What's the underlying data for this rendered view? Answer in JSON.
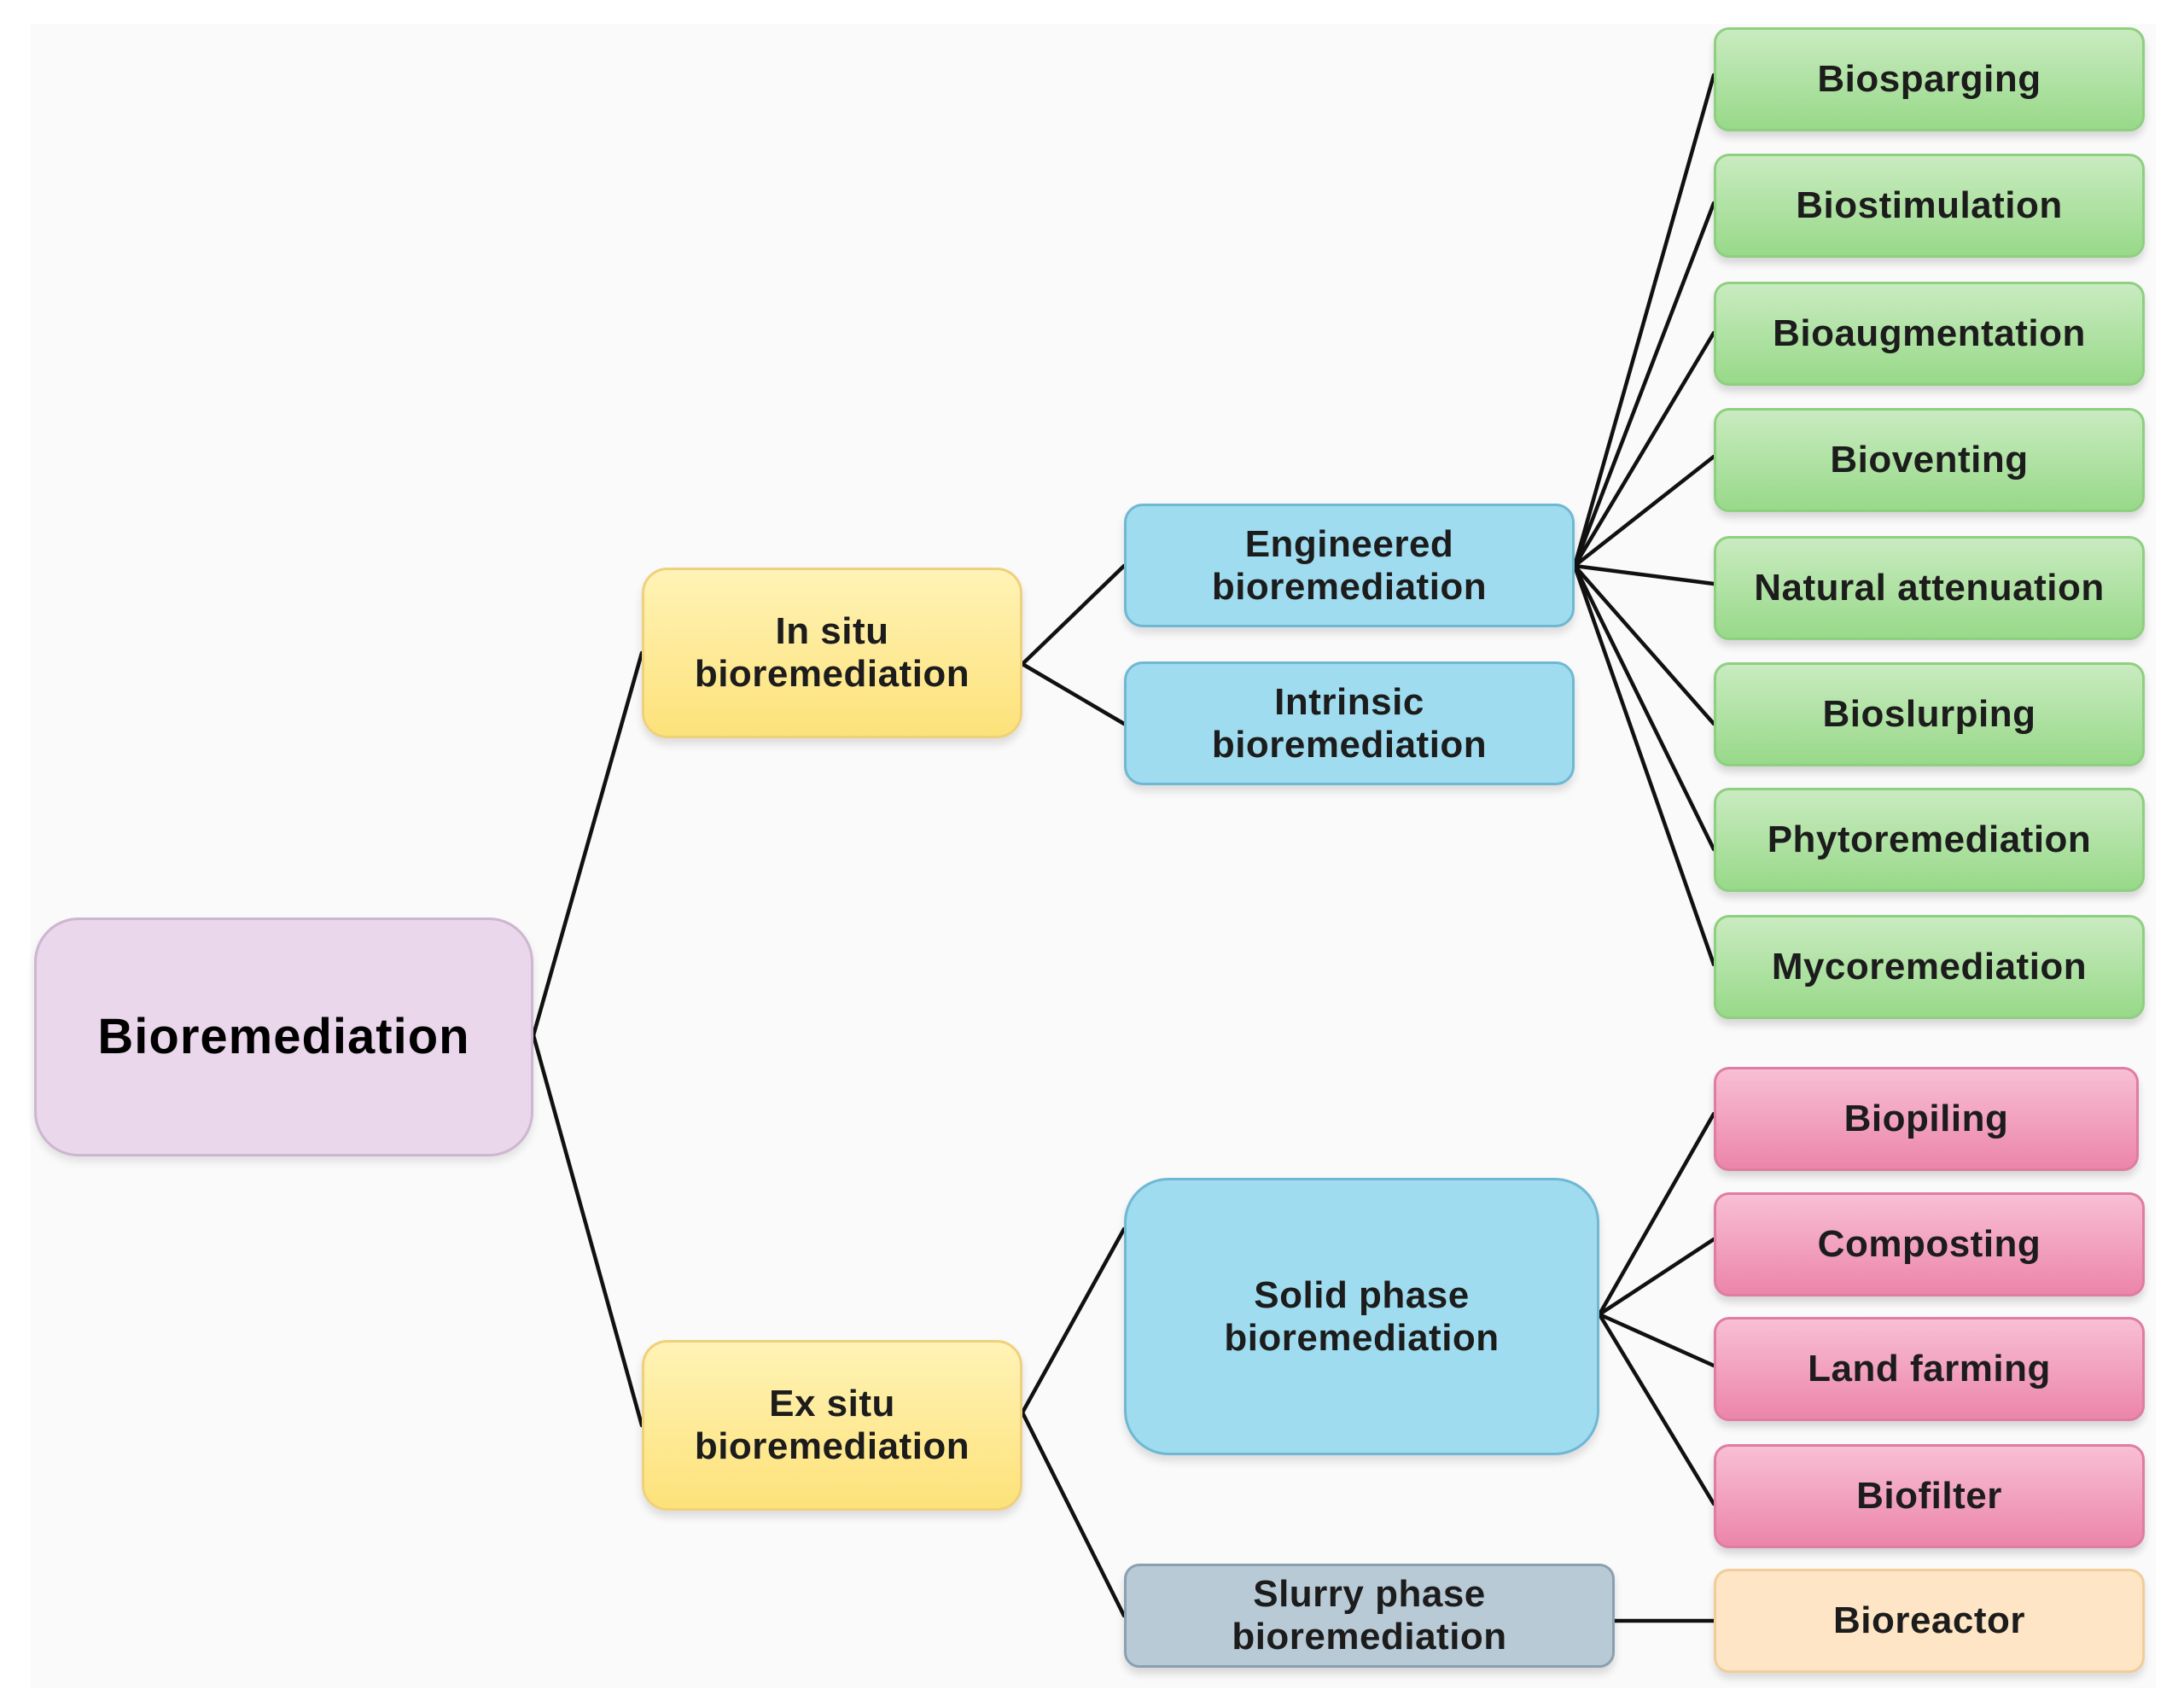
{
  "root": {
    "label": "Bioremediation"
  },
  "insitu": {
    "label": "In situ\nbioremediation",
    "children": {
      "engineered": {
        "label": "Engineered\nbioremediation",
        "techniques": [
          "Biosparging",
          "Biostimulation",
          "Bioaugmentation",
          "Bioventing",
          "Natural attenuation",
          "Bioslurping",
          "Phytoremediation",
          "Mycoremediation"
        ]
      },
      "intrinsic": {
        "label": "Intrinsic\nbioremediation"
      }
    }
  },
  "exsitu": {
    "label": "Ex situ\nbioremediation",
    "children": {
      "solid": {
        "label": "Solid phase\nbioremediation",
        "techniques": [
          "Biopiling",
          "Composting",
          "Land farming",
          "Biofilter"
        ]
      },
      "slurry": {
        "label": "Slurry phase\nbioremediation",
        "techniques": [
          "Bioreactor"
        ]
      }
    }
  },
  "colors": {
    "root": "#ead7ec",
    "method": "#fde27a",
    "subtype": "#9fdcef",
    "slurry": "#b8cad6",
    "insitu_technique": "#98d989",
    "solid_technique": "#ec85aa",
    "slurry_technique": "#fde5c5"
  }
}
